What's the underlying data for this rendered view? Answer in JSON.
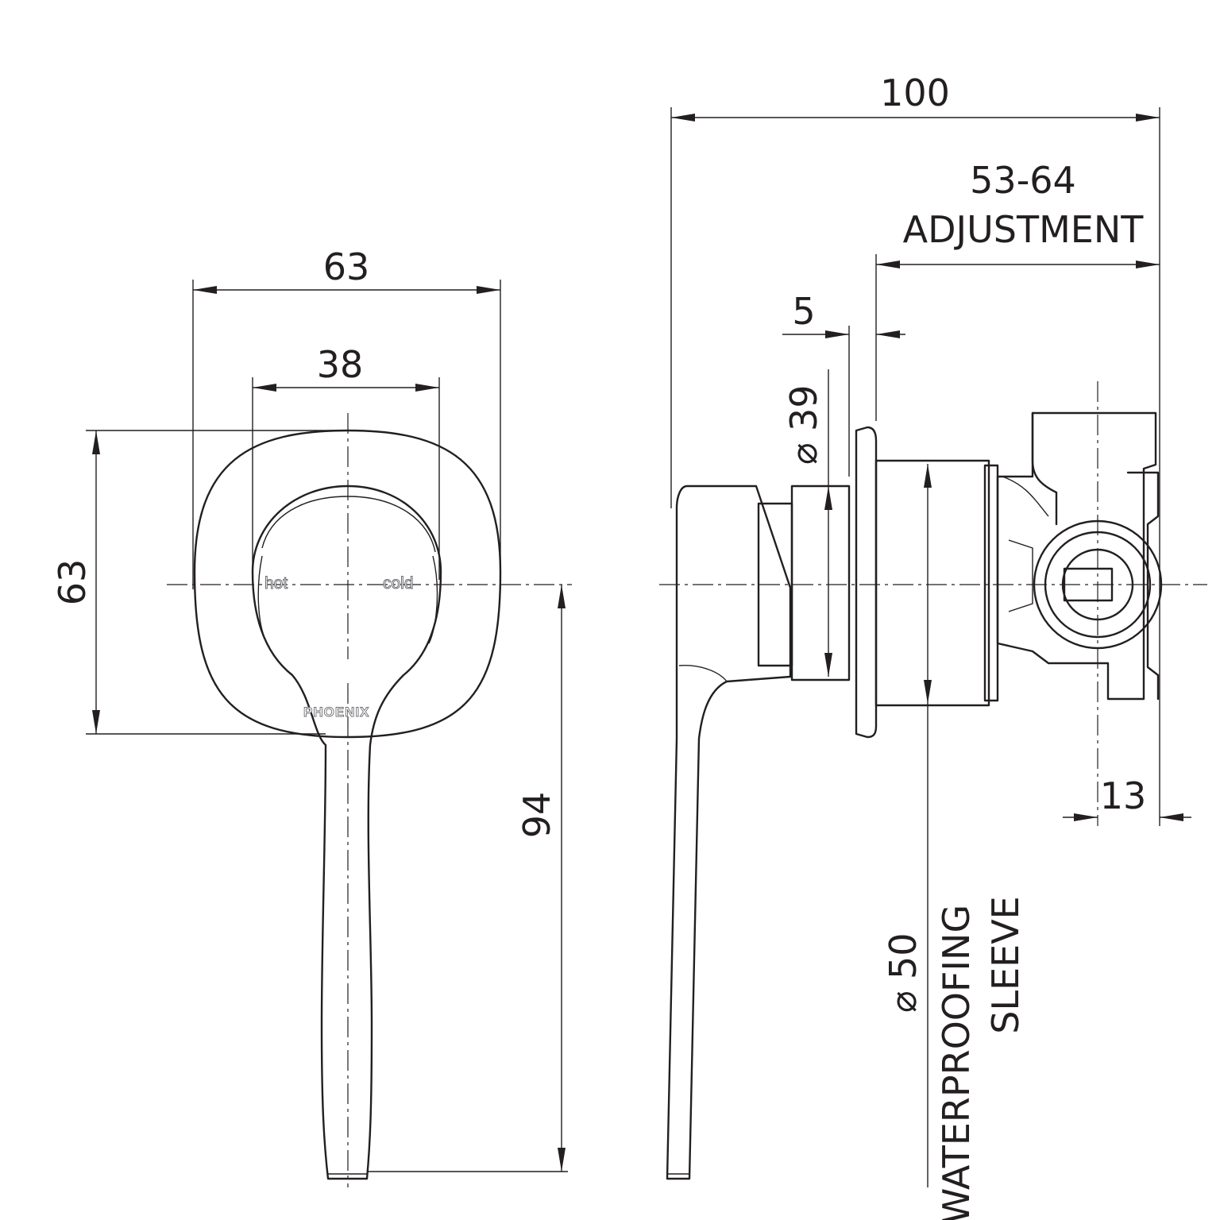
{
  "front_view": {
    "overall_width": "63",
    "lever_span": "38",
    "overall_height": "63",
    "handle_drop": "94",
    "hot_label": "hot",
    "cold_label": "cold",
    "brand_mark": "PHOENIX"
  },
  "side_view": {
    "overall_depth": "100",
    "adjustment_range": "53-64",
    "adjustment_label": "ADJUSTMENT",
    "plate_thickness": "5",
    "spindle_diameter": "39",
    "sleeve_diameter": "50",
    "sleeve_label_line1": "WATERPROOFING",
    "sleeve_label_line2": "SLEEVE",
    "rear_offset": "13",
    "diameter_symbol": "⌀"
  },
  "colors": {
    "line": "#231f20",
    "marking": "#6d6e71",
    "background": "#ffffff"
  }
}
